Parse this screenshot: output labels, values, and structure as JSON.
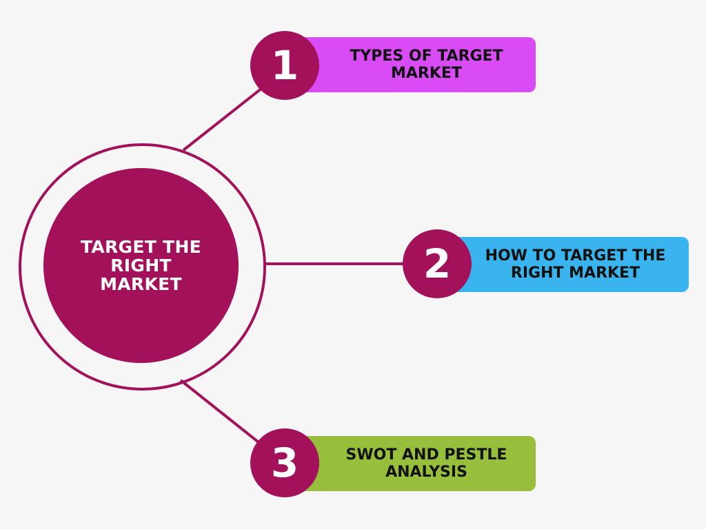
{
  "hub": {
    "title": "TARGET THE RIGHT MARKET"
  },
  "steps": [
    {
      "number": "1",
      "label": "TYPES OF TARGET MARKET"
    },
    {
      "number": "2",
      "label": "HOW TO TARGET THE RIGHT MARKET"
    },
    {
      "number": "3",
      "label": "SWOT AND PESTLE ANALYSIS"
    }
  ],
  "colors": {
    "background": "#f6f6f6",
    "primary": "#a3115a",
    "step_1": "#d94bf5",
    "step_2": "#3ab4ee",
    "step_3": "#97bf3c",
    "text_dark": "#111111",
    "text_light": "#ffffff"
  }
}
